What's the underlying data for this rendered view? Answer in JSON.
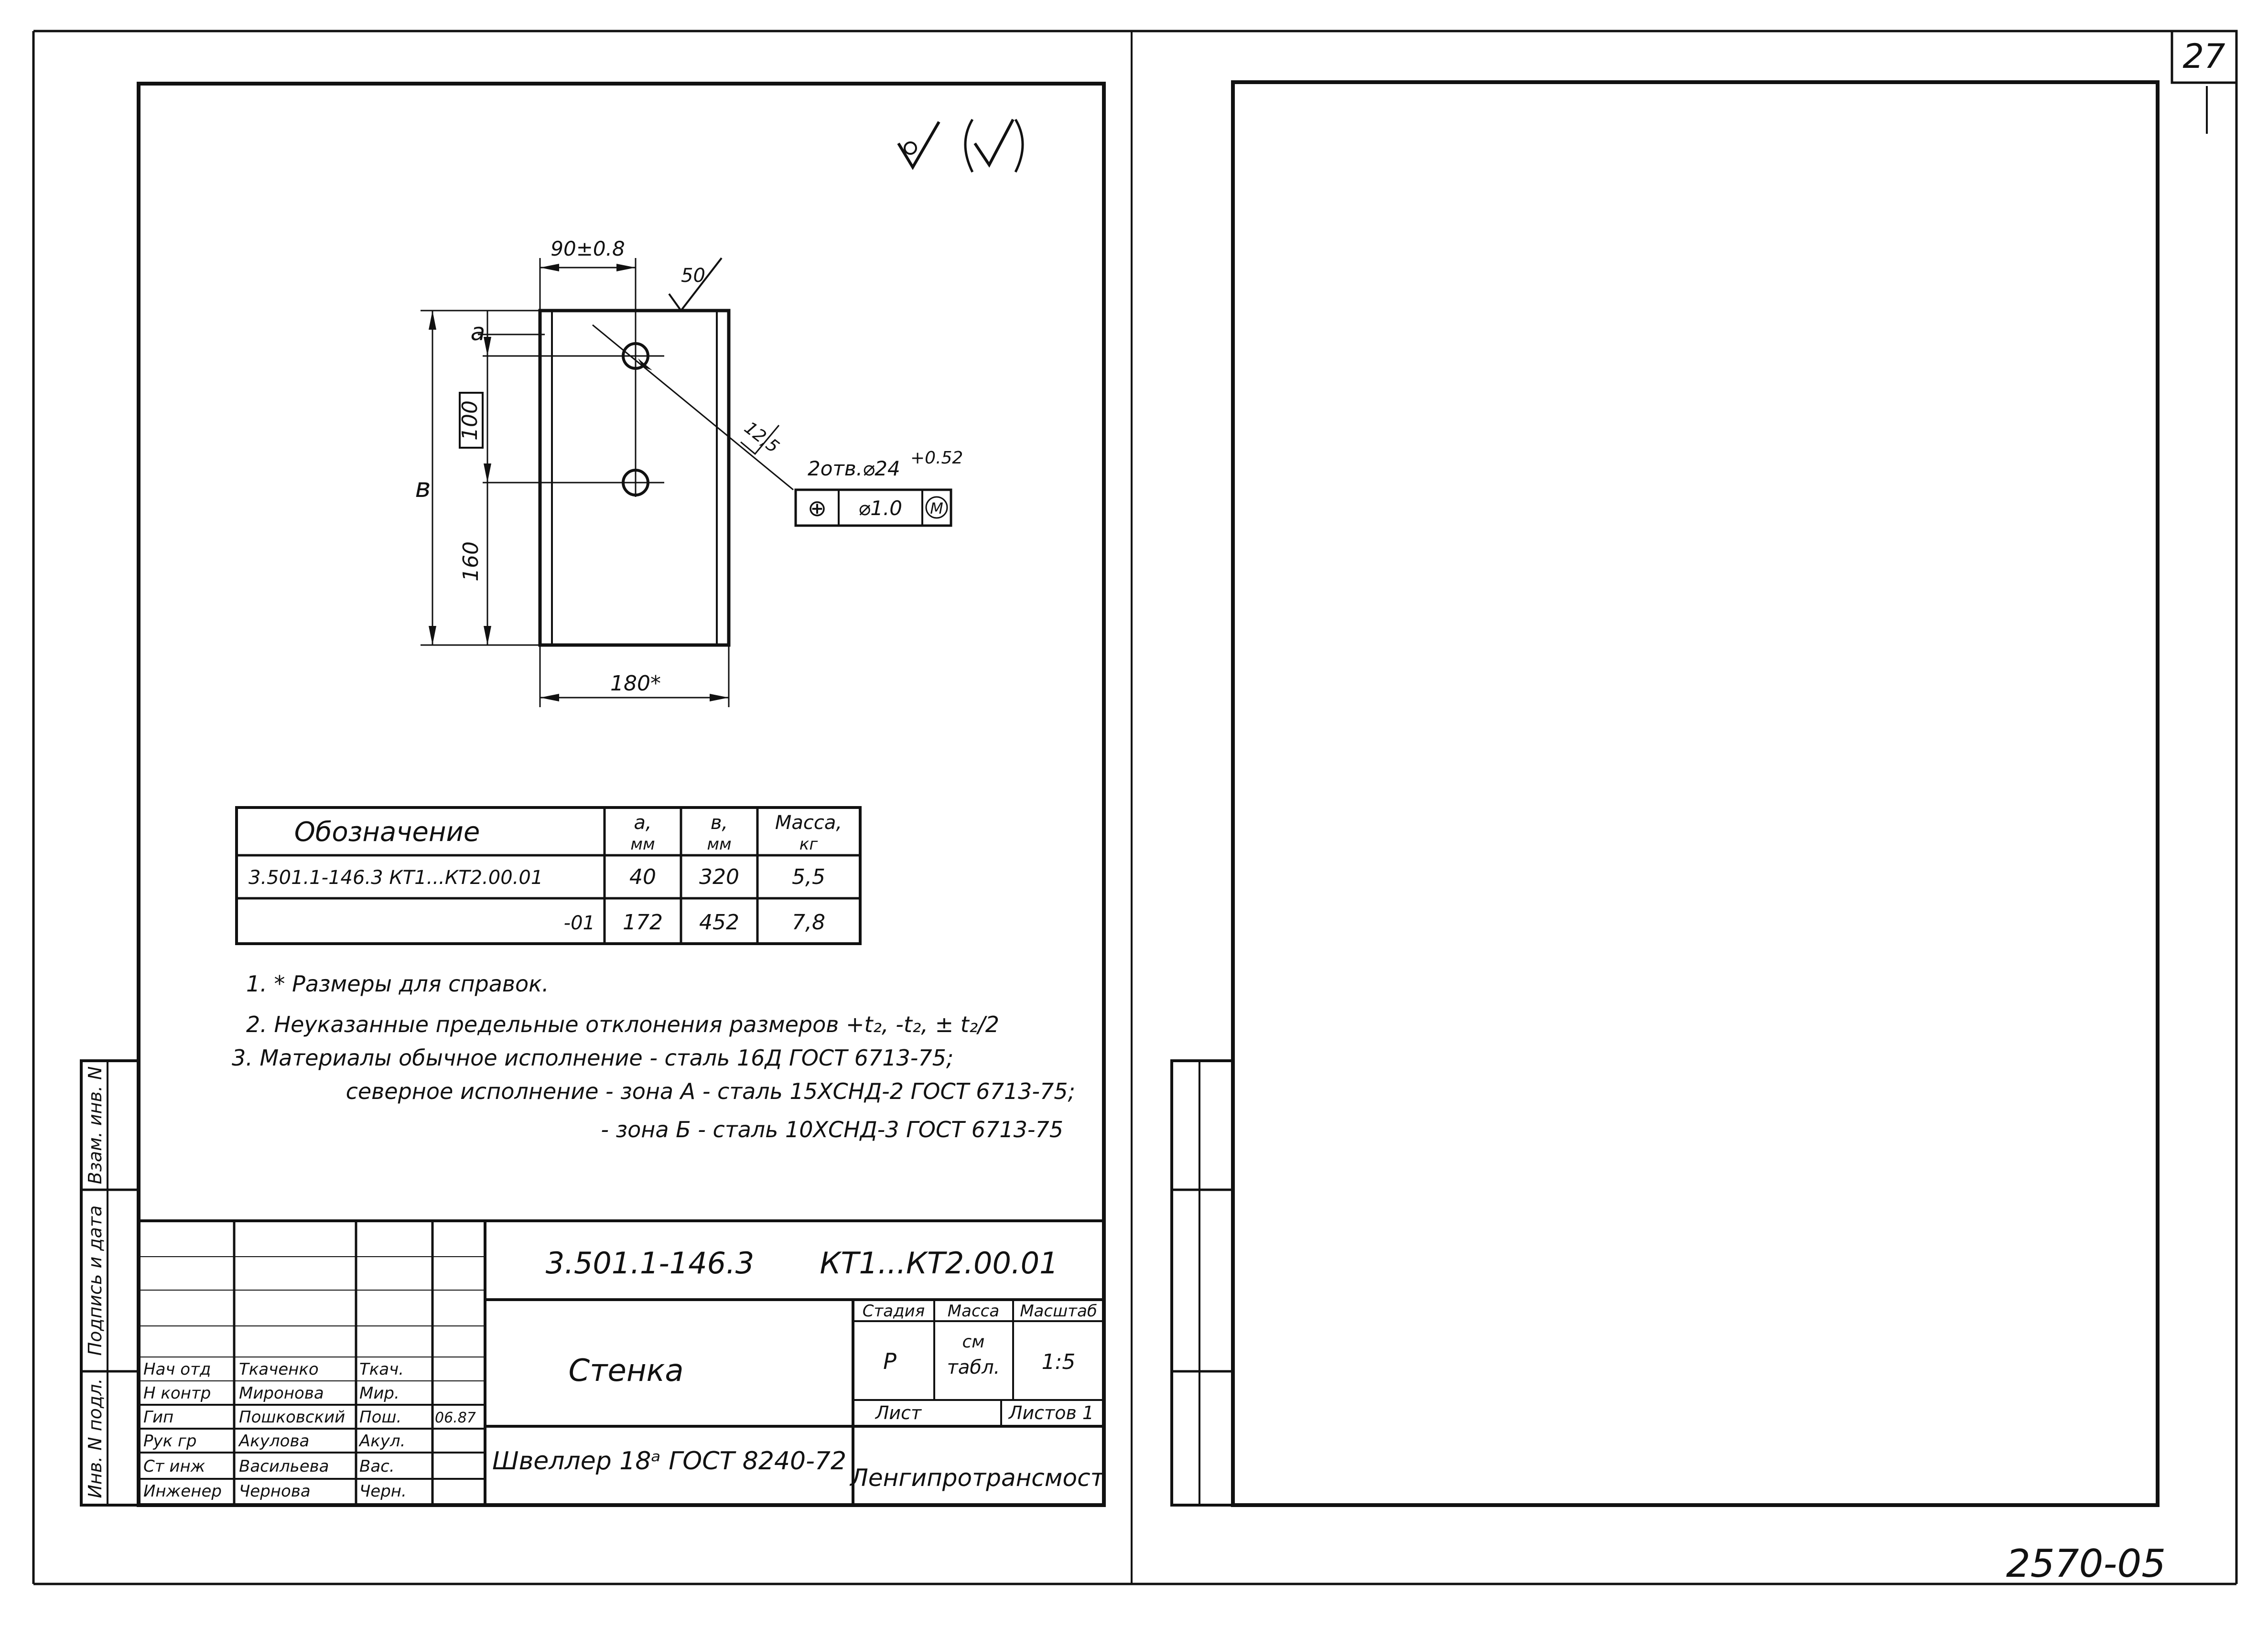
{
  "sheet_number": "27",
  "archive_number": "2570-05",
  "roughness": {
    "symbol": "√",
    "parenthetical": "(√)"
  },
  "drawing": {
    "dim_top": "90±0.8",
    "dim_roughness_edge": "50",
    "dim_a": "a",
    "dim_100": "100",
    "dim_b": "в",
    "dim_160": "160",
    "dim_width": "180*",
    "dim_roughness_hole": "12,5",
    "hole_callout": "2отв.⌀24",
    "hole_tolerance": "+0.52",
    "position_symbol": "⊕",
    "position_tolerance": "⌀1.0",
    "position_modifier": "M"
  },
  "spec_table": {
    "headers": [
      {
        "line1": "Обозначение",
        "line2": ""
      },
      {
        "line1": "a,",
        "line2": "мм"
      },
      {
        "line1": "в,",
        "line2": "мм"
      },
      {
        "line1": "Масса,",
        "line2": "кг"
      }
    ],
    "rows": [
      {
        "designation": "3.501.1-146.3   КТ1...КТ2.00.01",
        "a": "40",
        "b": "320",
        "mass": "5,5"
      },
      {
        "designation": "-01",
        "a": "172",
        "b": "452",
        "mass": "7,8"
      }
    ]
  },
  "notes": [
    "1. * Размеры для справок.",
    "2. Неуказанные предельные отклонения размеров +t₂, -t₂, ± t₂/2",
    "3. Материалы обычное исполнение - сталь 16Д  ГОСТ 6713-75;",
    "северное исполнение - зона А - сталь 15ХСНД-2 ГОСТ 6713-75;",
    "- зона Б - сталь 10ХСНД-3 ГОСТ 6713-75"
  ],
  "side_stamp": [
    "Взам. инв. N",
    "Подпись и дата",
    "Инв. N подл."
  ],
  "title_block": {
    "document_code": "3.501.1-146.3",
    "document_code_suffix": "КТ1...КТ2.00.01",
    "part_name": "Стенка",
    "material": "Швеллер 18ᵃ ГОСТ 8240-72",
    "organization": "Ленгипротрансмост",
    "stage_label": "Стадия",
    "mass_label": "Масса",
    "scale_label": "Масштаб",
    "stage_value": "Р",
    "mass_value_line1": "см",
    "mass_value_line2": "табл.",
    "scale_value": "1:5",
    "sheet_label": "Лист",
    "sheets_label": "Листов 1",
    "date_value": "06.87",
    "staff": [
      {
        "role": "Нач отд",
        "name": "Ткаченко",
        "signature": "Ткач."
      },
      {
        "role": "Н контр",
        "name": "Миронова",
        "signature": "Мир."
      },
      {
        "role": "Гип",
        "name": "Пошковский",
        "signature": "Пош."
      },
      {
        "role": "Рук гр",
        "name": "Акулова",
        "signature": "Акул."
      },
      {
        "role": "Ст инж",
        "name": "Васильева",
        "signature": "Вас."
      },
      {
        "role": "Инженер",
        "name": "Чернова",
        "signature": "Черн."
      }
    ]
  }
}
